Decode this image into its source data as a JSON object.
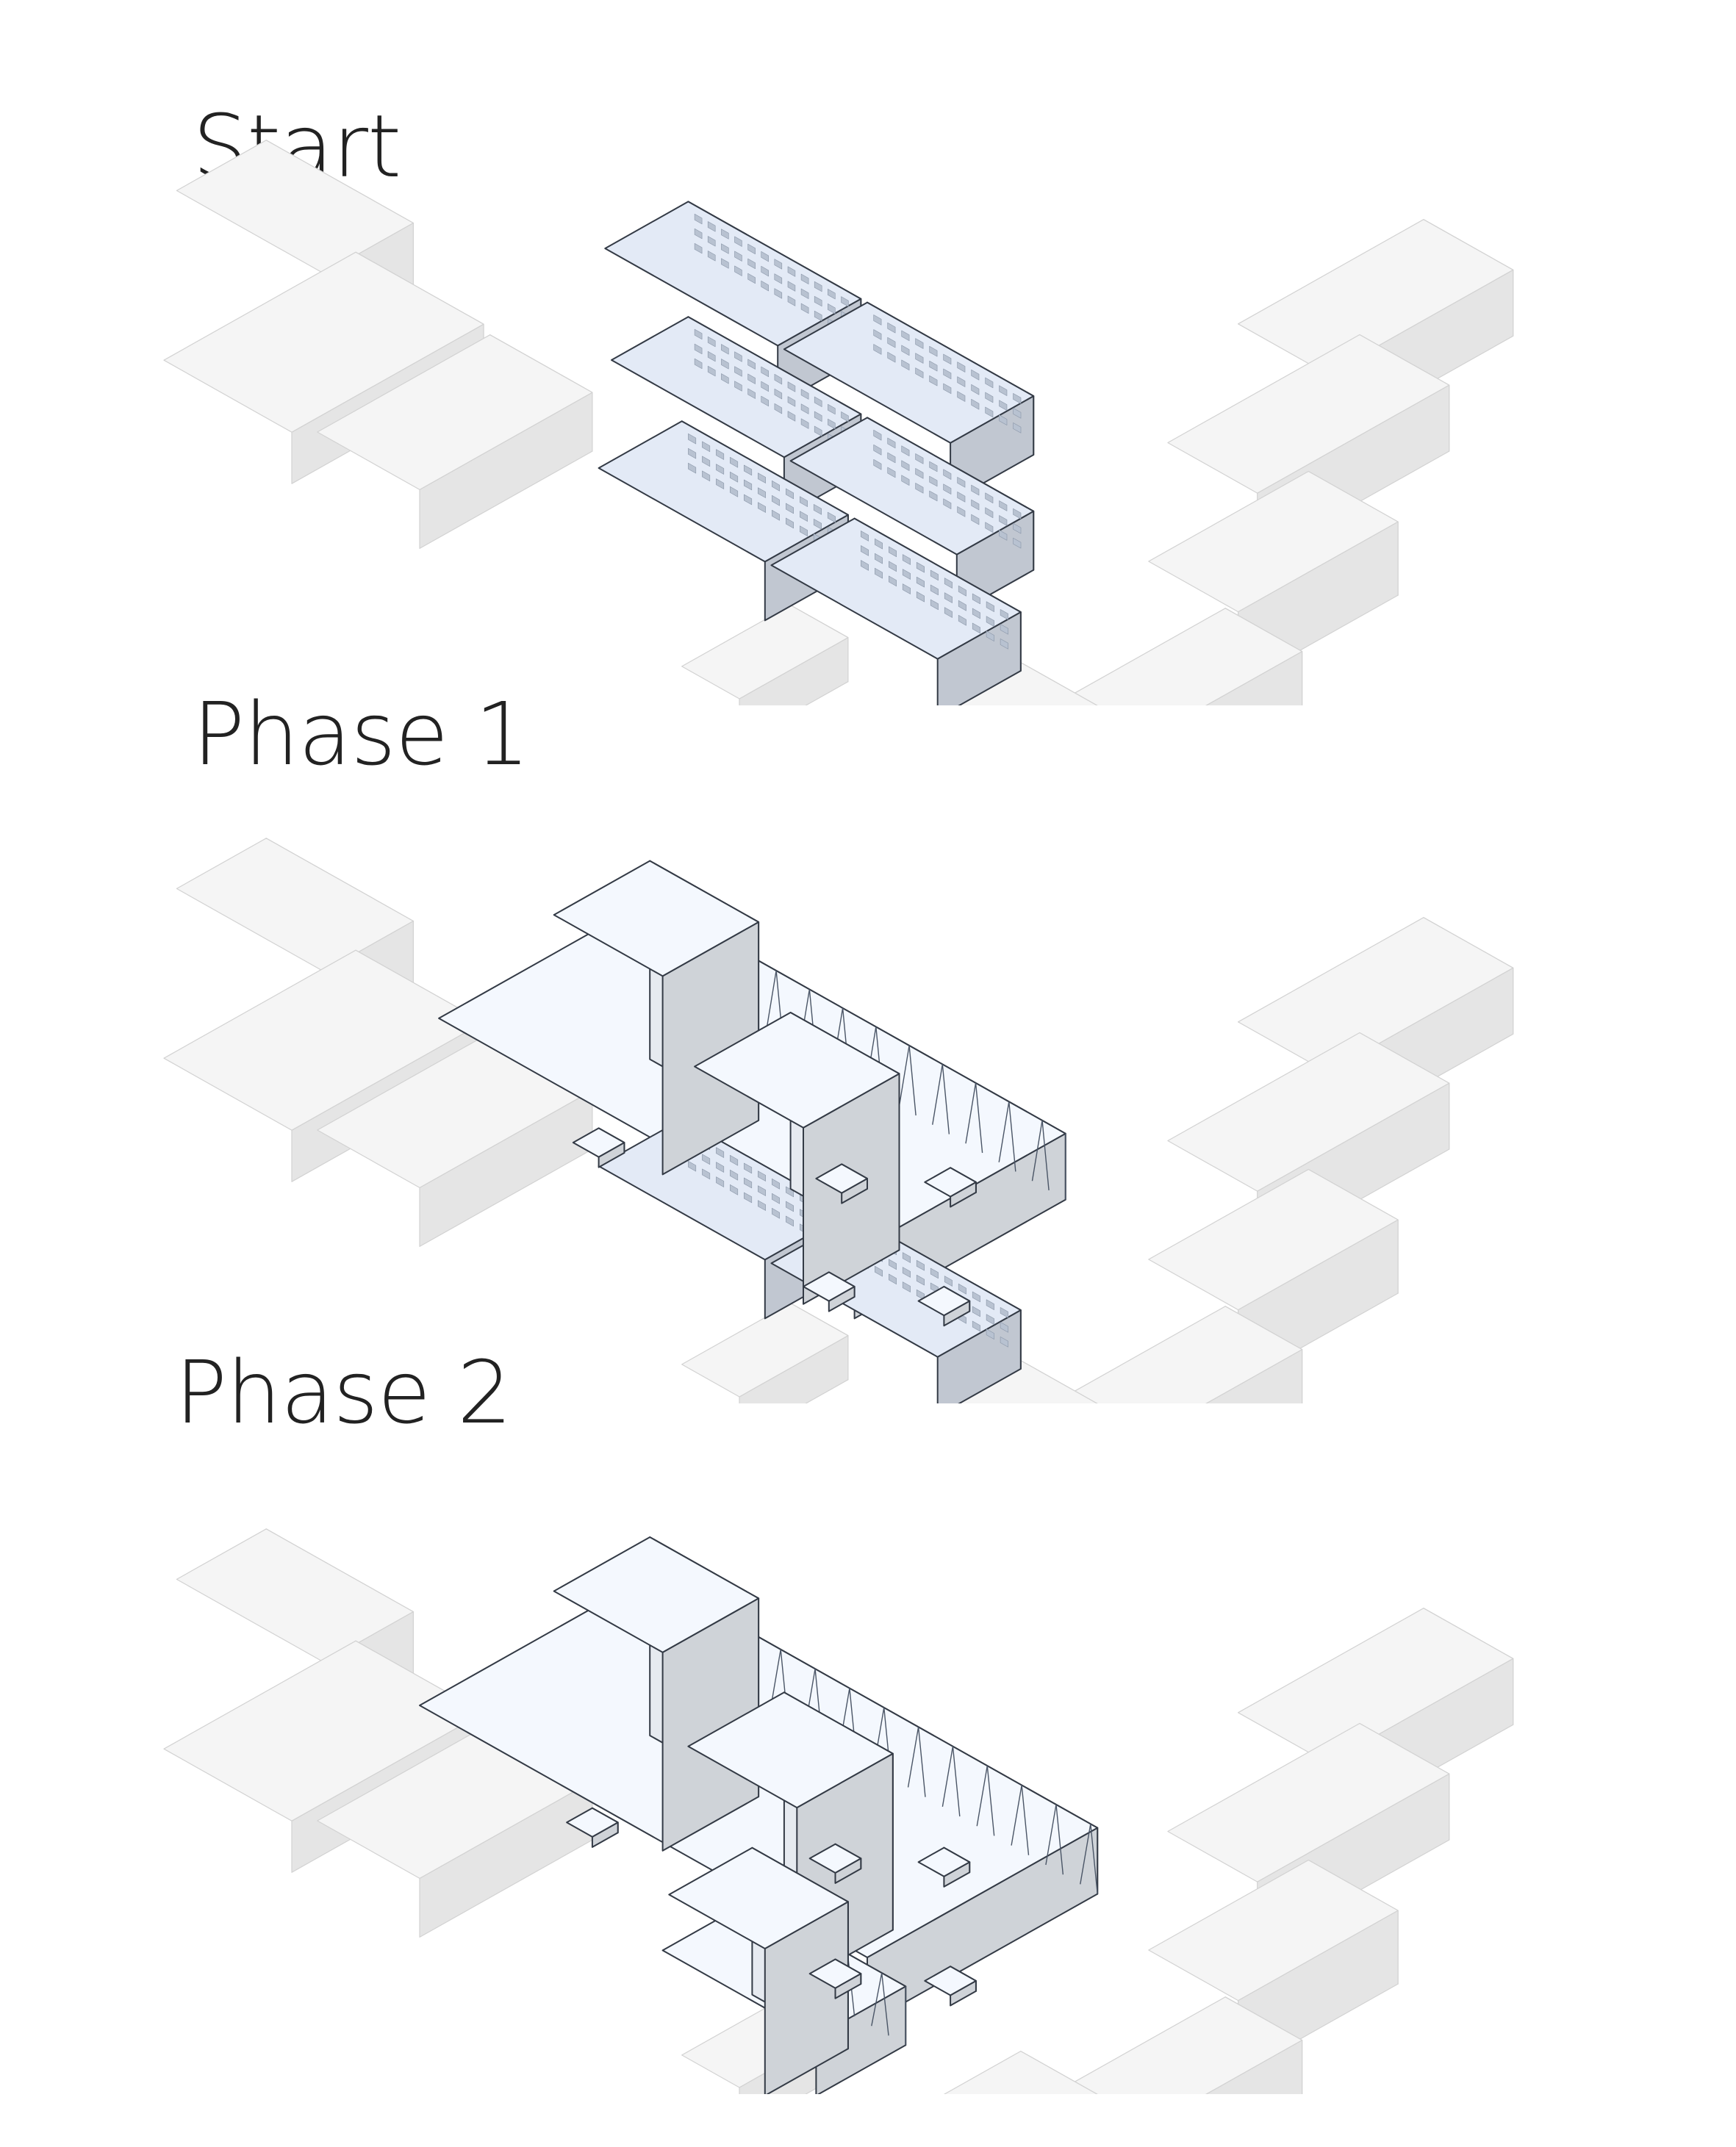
{
  "phases": [
    {
      "id": "start",
      "label": "Start"
    },
    {
      "id": "phase1",
      "label": "Phase 1"
    },
    {
      "id": "phase2",
      "label": "Phase 2"
    }
  ],
  "colors": {
    "context_building": "#ececec",
    "existing_building": "#d6dde8",
    "new_building": "#e6eaf0",
    "outline": "#333a45",
    "background": "#ffffff"
  }
}
